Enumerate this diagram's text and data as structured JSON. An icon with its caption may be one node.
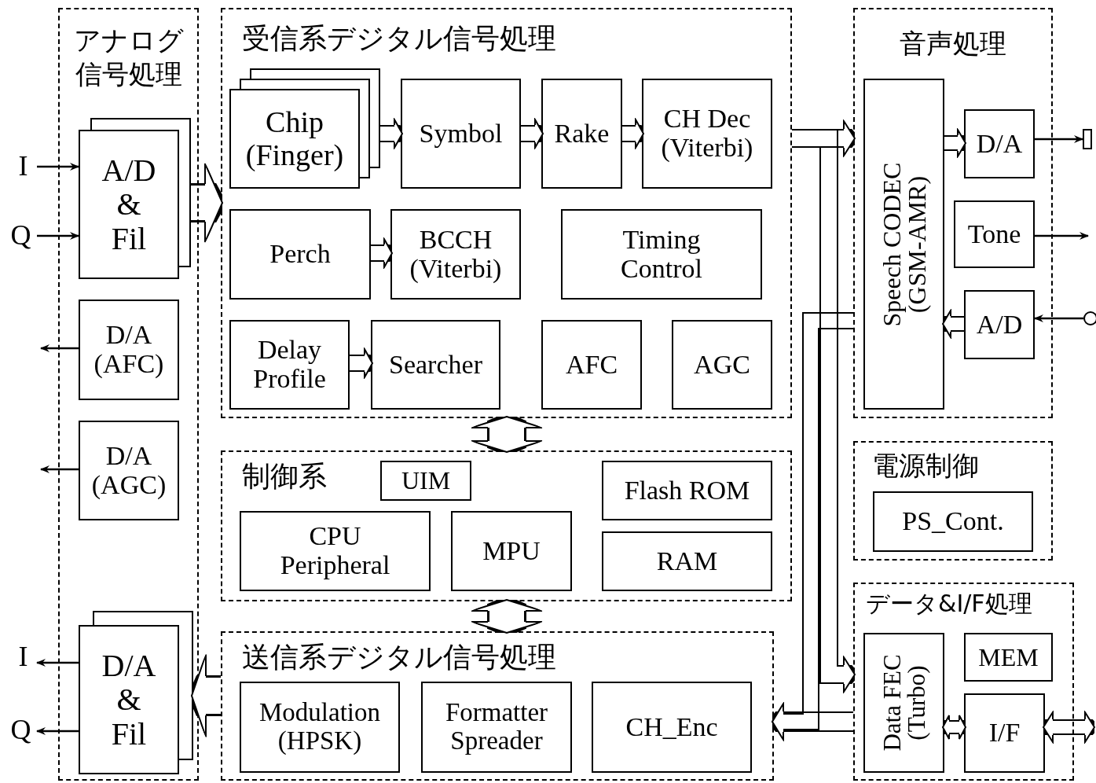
{
  "diagram": {
    "nodes": [
      {
        "text": [
          "アナログ信号処理"
        ]
      },
      {
        "text": [
          "A/D & Fil"
        ],
        "in": 0
      },
      {
        "text": [
          "D/A (AFC)"
        ],
        "in": 0
      },
      {
        "text": [
          "D/A (AGC)"
        ],
        "in": 0
      },
      {
        "text": [
          "D/A & Fil"
        ],
        "in": 0
      },
      {
        "text": [
          "受信系デジタル信号処理"
        ]
      },
      {
        "text": [
          "Chip (Finger)"
        ],
        "in": 5
      },
      {
        "text": [
          "Symbol"
        ],
        "in": 5
      },
      {
        "text": [
          "Rake"
        ],
        "in": 5
      },
      {
        "text": [
          "CH Dec (Viterbi)"
        ],
        "in": 5
      },
      {
        "text": [
          "Perch"
        ],
        "in": 5
      },
      {
        "text": [
          "BCCH (Viterbi)"
        ],
        "in": 5
      },
      {
        "text": [
          "Timing Control"
        ],
        "in": 5
      },
      {
        "text": [
          "Delay Profile"
        ],
        "in": 5
      },
      {
        "text": [
          "Searcher"
        ],
        "in": 5
      },
      {
        "text": [
          "AFC"
        ],
        "in": 5
      },
      {
        "text": [
          "AGC"
        ],
        "in": 5
      },
      {
        "text": [
          "制御系"
        ]
      },
      {
        "text": [
          "UIM"
        ],
        "in": 17
      },
      {
        "text": [
          "CPU Peripheral"
        ],
        "in": 17
      },
      {
        "text": [
          "MPU"
        ],
        "in": 17
      },
      {
        "text": [
          "Flash ROM"
        ],
        "in": 17
      },
      {
        "text": [
          "RAM"
        ],
        "in": 17
      },
      {
        "text": [
          "送信系デジタル信号処理"
        ]
      },
      {
        "text": [
          "Modulation (HPSK)"
        ],
        "in": 23
      },
      {
        "text": [
          "Formatter Spreader"
        ],
        "in": 23
      },
      {
        "text": [
          "CH_Enc"
        ],
        "in": 23
      },
      {
        "text": [
          "音声処理"
        ]
      },
      {
        "text": [
          "Speech CODEC (GSM-AMR)"
        ],
        "in": 27
      },
      {
        "text": [
          "D/A"
        ],
        "in": 27
      },
      {
        "text": [
          "Tone"
        ],
        "in": 27
      },
      {
        "text": [
          "A/D"
        ],
        "in": 27
      },
      {
        "text": [
          "電源制御"
        ]
      },
      {
        "text": [
          "PS_Cont."
        ],
        "in": 32
      },
      {
        "text": [
          "データ&I/F処理"
        ]
      },
      {
        "text": [
          "Data FEC (Turbo)"
        ],
        "in": 34
      },
      {
        "text": [
          "MEM"
        ],
        "in": 34
      },
      {
        "text": [
          "I/F"
        ],
        "in": 34
      },
      {
        "text": [
          "I"
        ]
      },
      {
        "text": [
          "Q"
        ]
      },
      {
        "text": [
          "I"
        ]
      },
      {
        "text": [
          "Q"
        ]
      },
      {
        "text": [],
        "shape": "box"
      },
      {
        "text": [],
        "shape": "circle"
      }
    ],
    "edges": [
      {
        "from": 38,
        "to": 1,
        "arrow": "to"
      },
      {
        "from": 39,
        "to": 1,
        "arrow": "to"
      },
      {
        "from": 1,
        "to": 5,
        "arrow": "to",
        "style": "thick"
      },
      {
        "from": 2,
        "to": null,
        "arrow": "to"
      },
      {
        "from": 3,
        "to": null,
        "arrow": "to"
      },
      {
        "from": 4,
        "to": 40,
        "arrow": "to"
      },
      {
        "from": 4,
        "to": 41,
        "arrow": "to"
      },
      {
        "from": 23,
        "to": 4,
        "arrow": "to",
        "style": "thick"
      },
      {
        "from": 6,
        "to": 7,
        "arrow": "to"
      },
      {
        "from": 7,
        "to": 8,
        "arrow": "to"
      },
      {
        "from": 8,
        "to": 9,
        "arrow": "to"
      },
      {
        "from": 10,
        "to": 11,
        "arrow": "to"
      },
      {
        "from": 13,
        "to": 14,
        "arrow": "to"
      },
      {
        "from": 5,
        "to": 17,
        "arrow": "both",
        "style": "thick"
      },
      {
        "from": 17,
        "to": 23,
        "arrow": "both",
        "style": "thick"
      },
      {
        "from": 5,
        "to": 27,
        "arrow": "to"
      },
      {
        "from": 5,
        "to": 34,
        "arrow": "to"
      },
      {
        "from": 27,
        "to": 23,
        "arrow": "to"
      },
      {
        "from": 34,
        "to": 23,
        "arrow": "to"
      },
      {
        "from": 28,
        "to": 29,
        "arrow": "to"
      },
      {
        "from": 29,
        "to": 42,
        "arrow": "to"
      },
      {
        "from": 30,
        "to": null,
        "arrow": "to"
      },
      {
        "from": 43,
        "to": 31,
        "arrow": "to"
      },
      {
        "from": 31,
        "to": 28,
        "arrow": "to"
      },
      {
        "from": 35,
        "to": 37,
        "arrow": "both"
      },
      {
        "from": 37,
        "to": null,
        "arrow": "both"
      }
    ]
  }
}
